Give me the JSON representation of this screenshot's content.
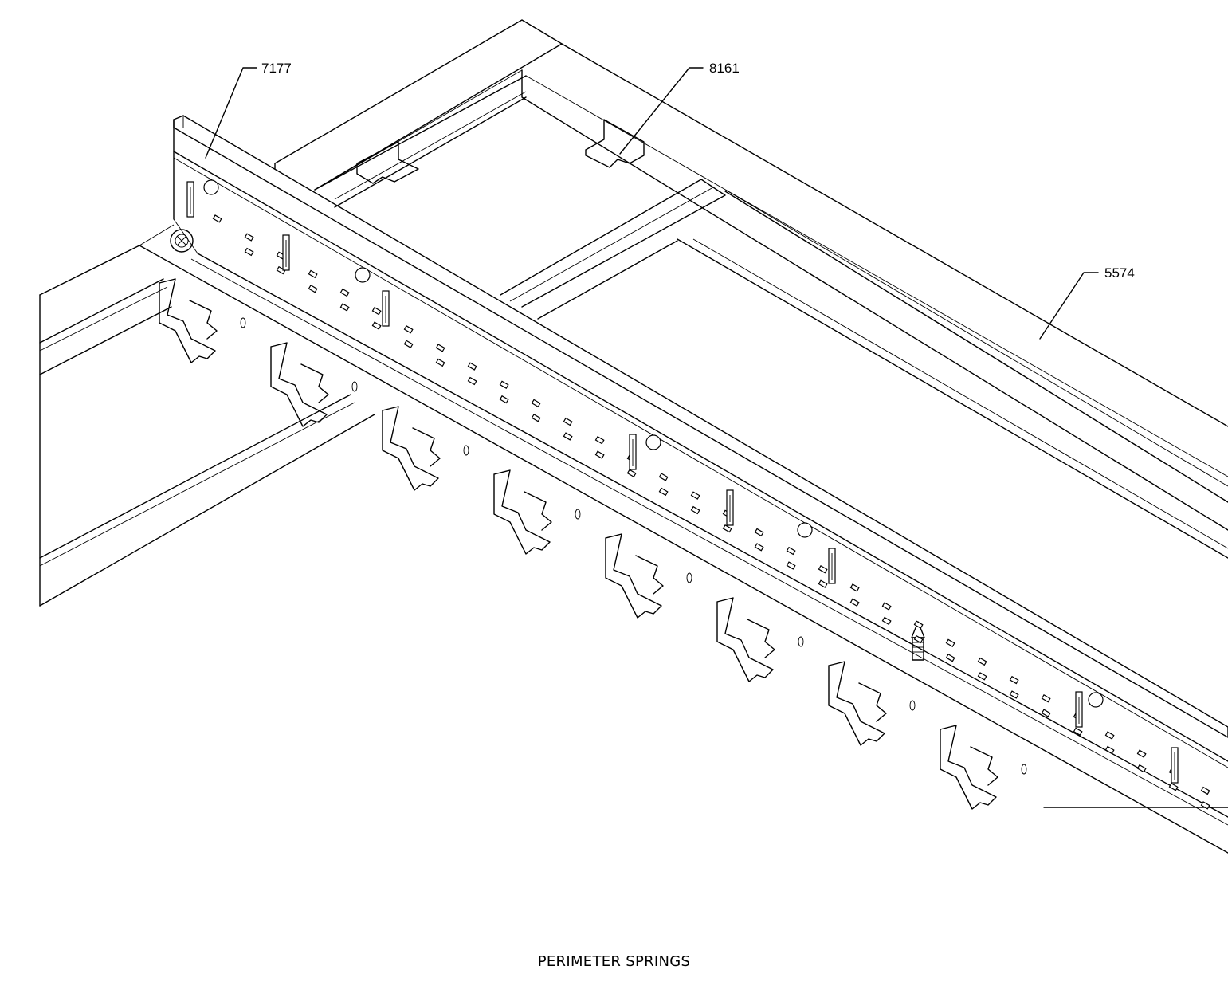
{
  "caption": "PERIMETER SPRINGS",
  "callouts": {
    "c7177": "7177",
    "c8161": "8161",
    "c5574": "5574"
  },
  "colors": {
    "line": "#000000",
    "background": "#ffffff"
  }
}
